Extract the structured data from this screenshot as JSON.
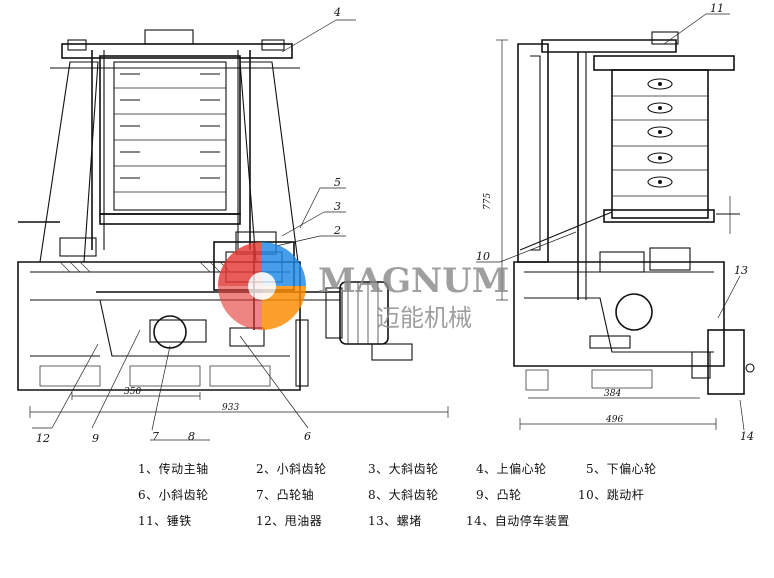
{
  "callouts": {
    "left": [
      "4",
      "5",
      "3",
      "2",
      "12",
      "9",
      "7",
      "8",
      "6"
    ],
    "right": [
      "11",
      "13",
      "10",
      "14"
    ]
  },
  "dimensions": {
    "d350": "350",
    "d933": "933",
    "d775": "775",
    "d384": "384",
    "d496": "496"
  },
  "watermark": {
    "brand": "MAGNUM",
    "tagline": "迈能机械",
    "colors": {
      "red": "#e53935",
      "blue": "#1e88e5",
      "orange": "#fb8c00",
      "gray": "#7d7d7d"
    }
  },
  "legend": [
    [
      "1、传动主轴",
      "2、小斜齿轮",
      "3、大斜齿轮",
      "4、上偏心轮",
      "5、下偏心轮"
    ],
    [
      "6、小斜齿轮",
      "7、凸轮轴",
      "8、大斜齿轮",
      "9、凸轮",
      "10、跳动杆"
    ],
    [
      "11、锤铁",
      "12、甩油器",
      "13、螺堵",
      "14、自动停车装置"
    ]
  ]
}
